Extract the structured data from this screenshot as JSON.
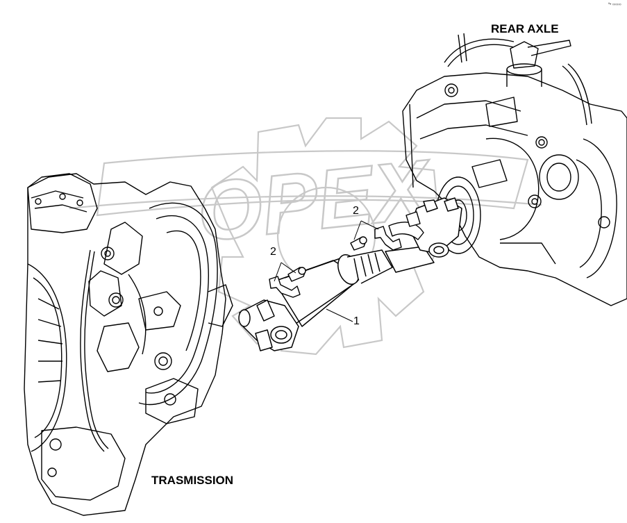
{
  "diagram": {
    "labels": {
      "rear_axle": "REAR AXLE",
      "transmission": "TRASMISSION",
      "callout_1": "1",
      "callout_2_left": "2",
      "callout_2_right": "2",
      "corner_mark": "ª• ∞∞∞"
    },
    "watermark_text": "OPEX",
    "colors": {
      "line": "#000000",
      "watermark": "#c8c8c8",
      "background": "#ffffff"
    },
    "parts": [
      {
        "callout": "1",
        "part": "propeller-shaft"
      },
      {
        "callout": "2",
        "part": "shaft-guard-bracket-with-bolt"
      }
    ]
  }
}
